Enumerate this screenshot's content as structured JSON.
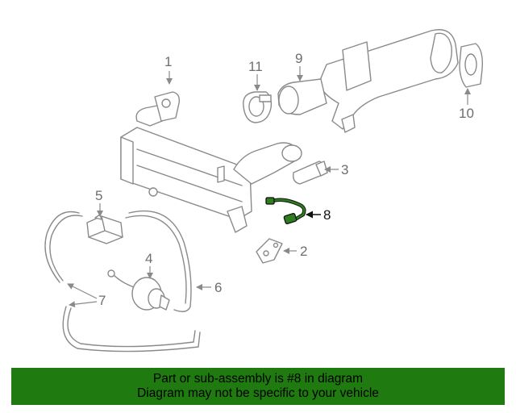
{
  "diagram": {
    "callouts": [
      {
        "id": "1",
        "label": "1"
      },
      {
        "id": "2",
        "label": "2"
      },
      {
        "id": "3",
        "label": "3"
      },
      {
        "id": "4",
        "label": "4"
      },
      {
        "id": "5",
        "label": "5"
      },
      {
        "id": "6",
        "label": "6"
      },
      {
        "id": "7",
        "label": "7"
      },
      {
        "id": "8",
        "label": "8"
      },
      {
        "id": "9",
        "label": "9"
      },
      {
        "id": "10",
        "label": "10"
      },
      {
        "id": "11",
        "label": "11"
      }
    ],
    "highlighted_part": "8",
    "highlight_color": "#2e7d1e"
  },
  "banner": {
    "line1": "Part or sub-assembly is #8 in diagram",
    "line2": "Diagram may not be specific to your vehicle",
    "background": "#1f7a10"
  }
}
